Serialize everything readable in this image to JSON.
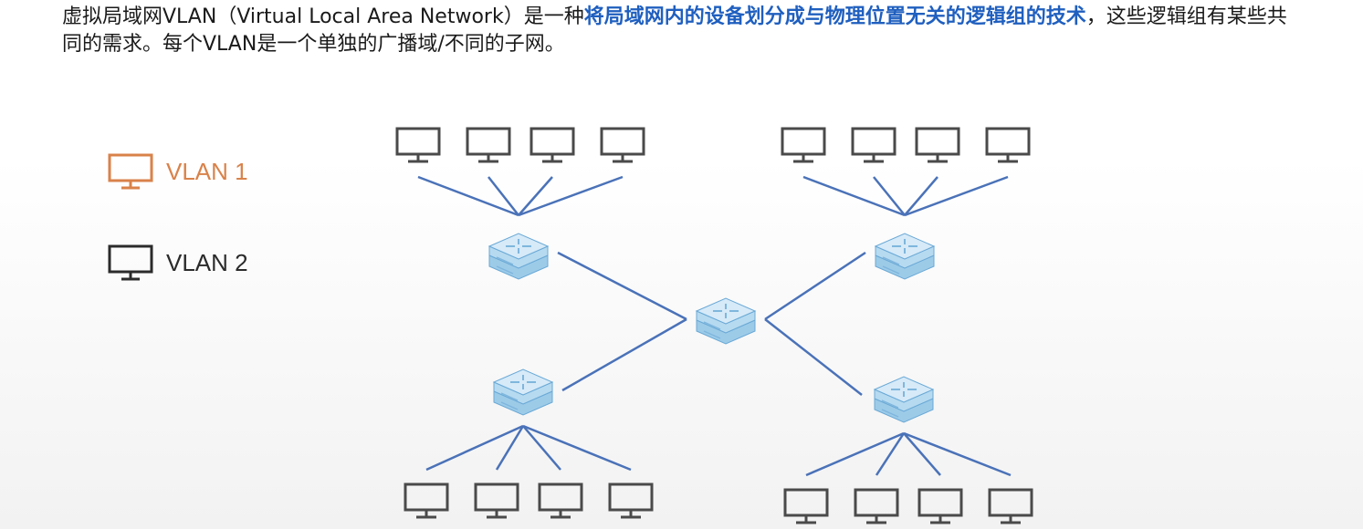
{
  "intro": {
    "prefix": "虚拟局域网VLAN（Virtual Local Area Network）是一种",
    "highlight": "将局域网内的设备划分成与物理位置无关的逻辑组的技术",
    "suffix": "，这些逻辑组有某些共同的需求。每个VLAN是一个单独的广播域/不同的子网。"
  },
  "legend": [
    {
      "label": "VLAN 1",
      "color": "#d9824a",
      "icon": "monitor-icon"
    },
    {
      "label": "VLAN 2",
      "color": "#2b2b2b",
      "icon": "monitor-icon"
    }
  ],
  "colors": {
    "link": "#4a72b8",
    "highlight_text": "#1f5fbf",
    "pc_vlan1": "#d9824a",
    "pc_vlan2": "#4a4a4a",
    "switch_top": "#d6eaf8",
    "switch_side": "#9ccbe8"
  },
  "network": {
    "core_switch": "core-switch",
    "access_groups": [
      "top-left",
      "top-right",
      "bottom-left",
      "bottom-right"
    ],
    "pcs_per_group": 4
  }
}
